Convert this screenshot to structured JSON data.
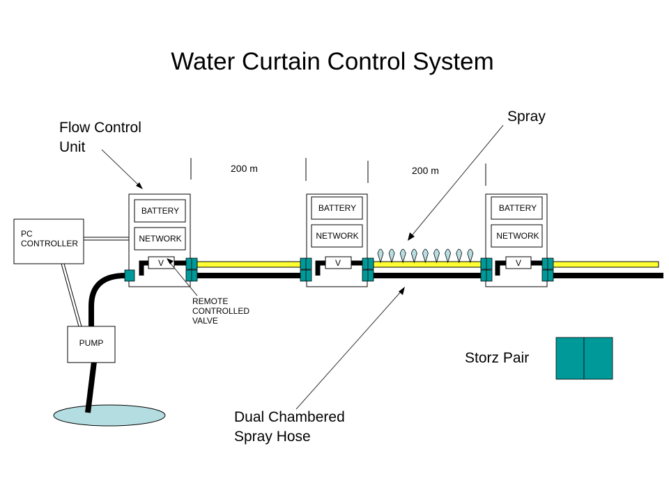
{
  "title": "Water Curtain Control System",
  "labels": {
    "flow_control_unit_line1": "Flow Control",
    "flow_control_unit_line2": "Unit",
    "spray": "Spray",
    "distance_1": "200 m",
    "distance_2": "200 m",
    "remote_valve_line1": "REMOTE",
    "remote_valve_line2": "CONTROLLED",
    "remote_valve_line3": "VALVE",
    "hose_line1": "Dual Chambered",
    "hose_line2": "Spray Hose",
    "storz_pair": "Storz Pair"
  },
  "pc_controller": {
    "line1": "PC",
    "line2": "CONTROLLER"
  },
  "pump": {
    "label": "PUMP"
  },
  "units": [
    {
      "battery": "BATTERY",
      "network": "NETWORK",
      "valve": "V"
    },
    {
      "battery": "BATTERY",
      "network": "NETWORK",
      "valve": "V"
    },
    {
      "battery": "BATTERY",
      "network": "NETWORK",
      "valve": "V"
    }
  ],
  "colors": {
    "connector": "#009999",
    "spray_hose": "#ffff33",
    "water_hose": "#000000",
    "reservoir": "#b3dde0",
    "nozzle": "#b8dde0"
  }
}
